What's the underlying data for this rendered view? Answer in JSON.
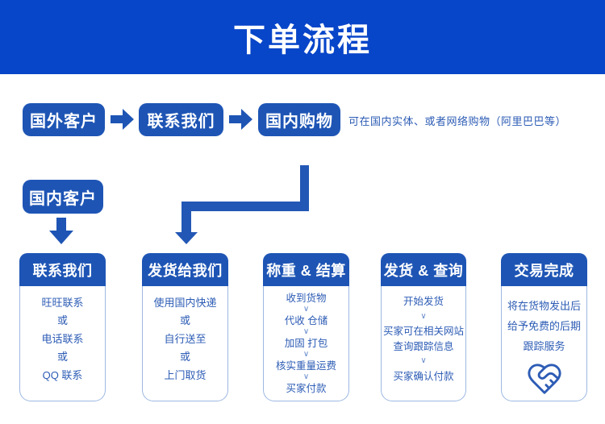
{
  "title": "下单流程",
  "top_flow": {
    "steps": [
      "国外客户",
      "联系我们",
      "国内购物"
    ],
    "note": "可在国内实体、或者网络购物（阿里巴巴等）"
  },
  "domestic_customer": "国内客户",
  "cards": [
    {
      "title": "联系我们",
      "items": [
        "旺旺联系",
        "或",
        "电话联系",
        "或",
        "QQ 联系"
      ]
    },
    {
      "title": "发货给我们",
      "items": [
        "使用国内快递",
        "或",
        "自行送至",
        "或",
        "上门取货"
      ]
    },
    {
      "title": "称重 & 结算",
      "items": [
        "收到货物",
        "∨",
        "代收 仓储",
        "∨",
        "加固 打包",
        "∨",
        "核实重量运费",
        "∨",
        "买家付款"
      ]
    },
    {
      "title": "发货 & 查询",
      "items": [
        "开始发货",
        "∨",
        "买家可在相关网站",
        "查询跟踪信息",
        "∨",
        "买家确认付款"
      ]
    },
    {
      "title": "交易完成",
      "items": [
        "将在货物发出后",
        "给予免费的后期",
        "跟踪服务"
      ],
      "icon": "heart-handshake-icon"
    }
  ],
  "colors": {
    "banner": "#0745c9",
    "box": "#1e55b5",
    "text": "#2d5cb5",
    "card_border": "#9db8e2",
    "separator": "#6487cb"
  }
}
